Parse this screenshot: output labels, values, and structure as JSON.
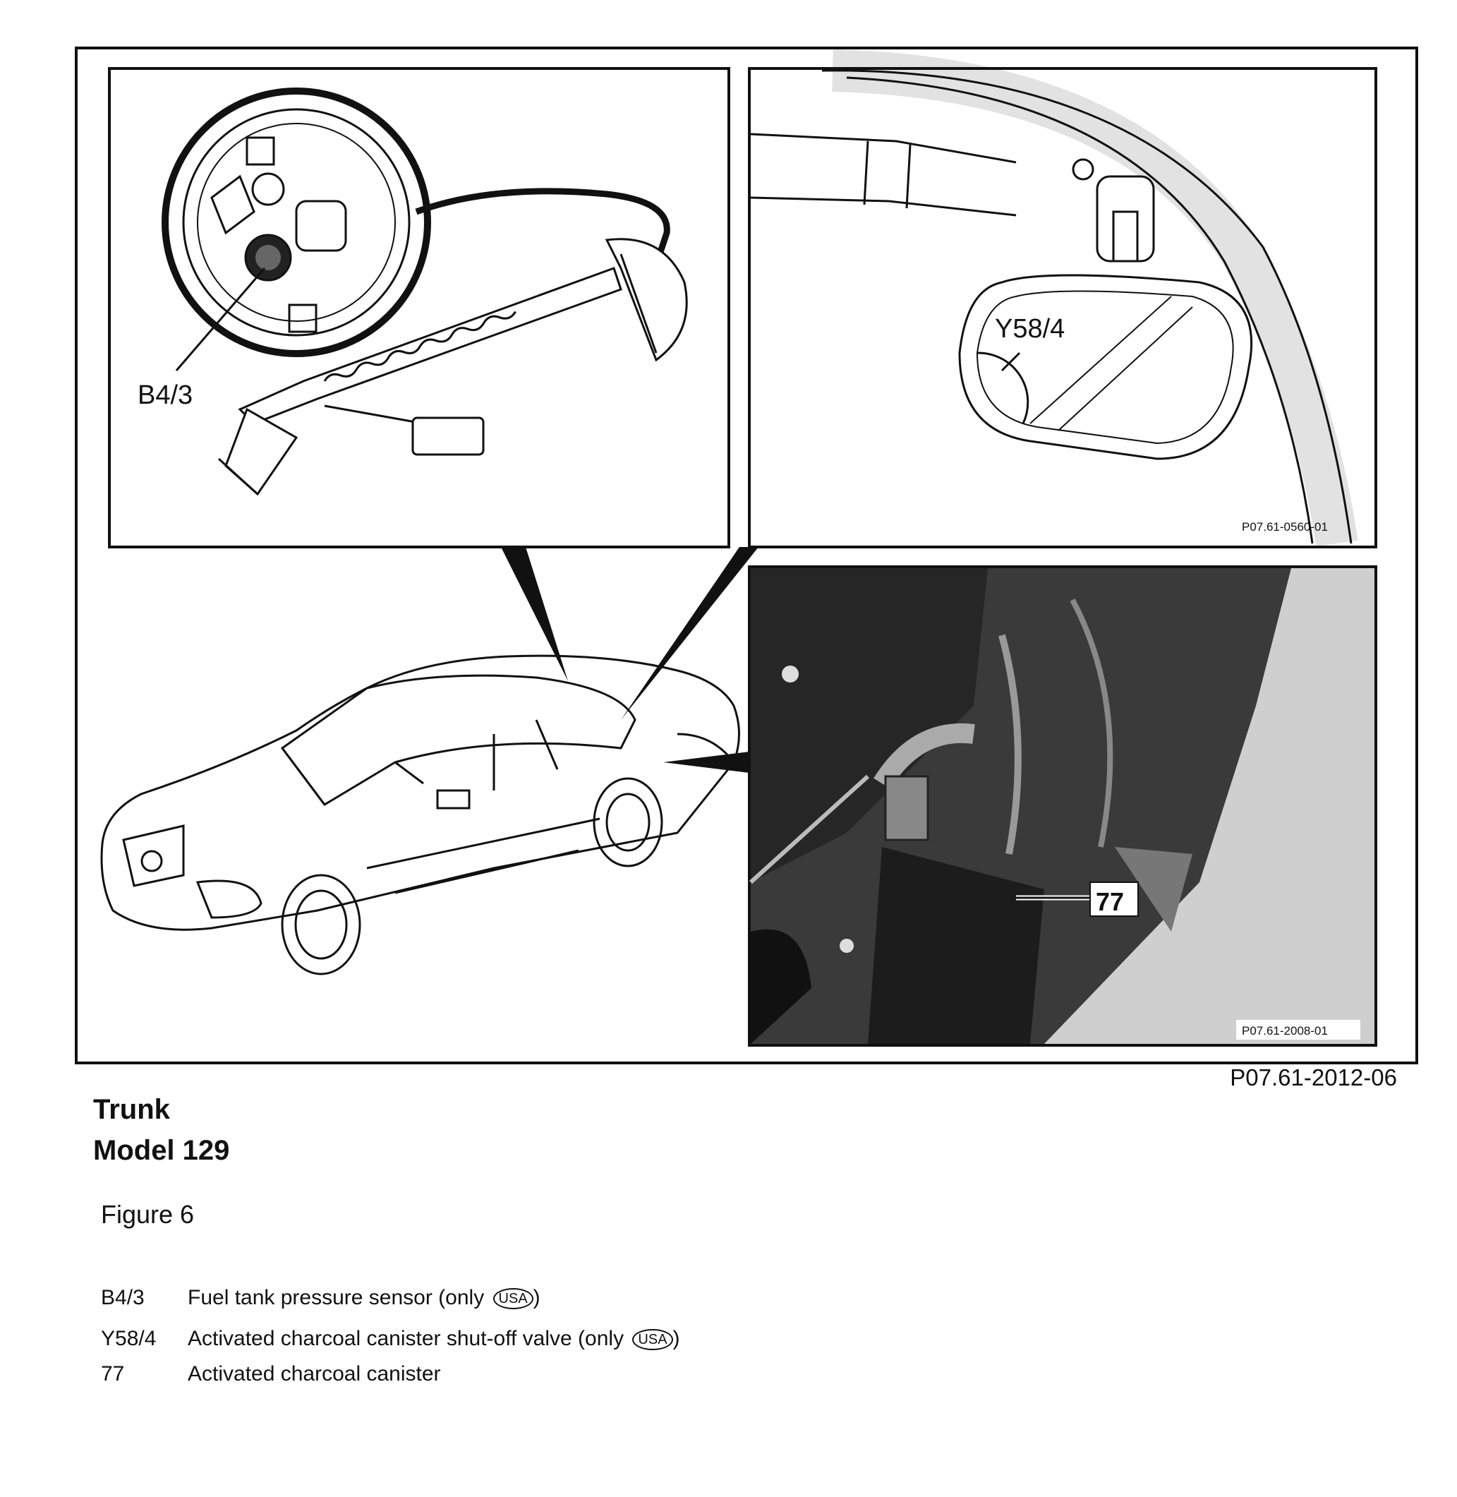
{
  "figure": {
    "ref": "P07.61-2012-06",
    "title_line1": "Trunk",
    "title_line2": "Model 129",
    "figure_label": "Figure 6"
  },
  "panels": {
    "top_left_callout": "B4/3",
    "top_right_callout": "Y58/4",
    "top_right_ref": "P07.61-0560-01",
    "photo_callout": "77",
    "photo_ref": "P07.61-2008-01"
  },
  "legend": [
    {
      "code": "B4/3",
      "desc": "Fuel tank pressure sensor (only",
      "badge": "USA",
      "tail": ")"
    },
    {
      "code": "Y58/4",
      "desc": "Activated charcoal canister shut-off valve (only",
      "badge": "USA",
      "tail": ")"
    },
    {
      "code": "77",
      "desc": "Activated charcoal canister",
      "badge": "",
      "tail": ""
    }
  ],
  "colors": {
    "line": "#111111",
    "photo_dark": "#2a2a2a",
    "photo_mid": "#6a6a6a"
  }
}
